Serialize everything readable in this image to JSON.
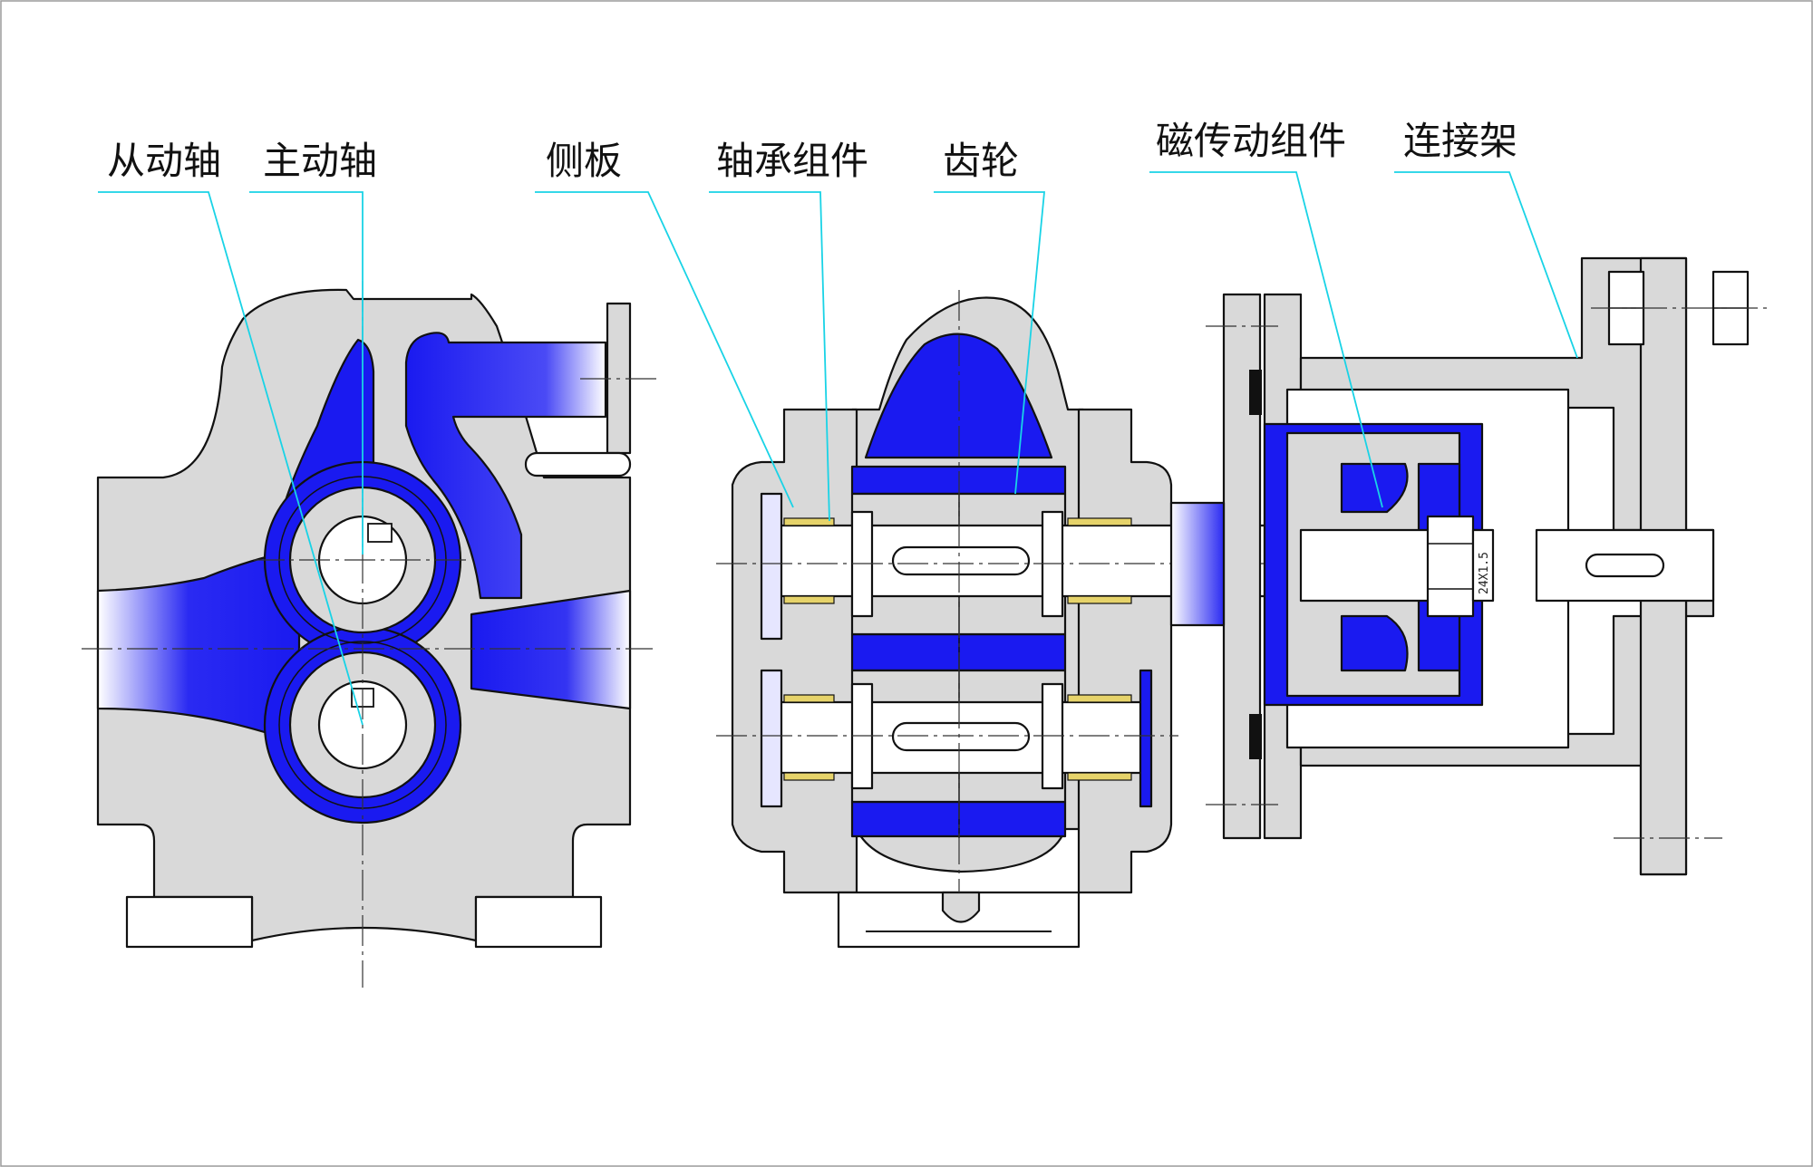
{
  "colors": {
    "fluid": "#1a1af0",
    "body": "#d9d9d9",
    "metal": "#efefef",
    "leader": "#19d3e6",
    "bearing": "#e6d36a",
    "outline": "#111111"
  },
  "labels": {
    "driven_shaft": "从动轴",
    "drive_shaft": "主动轴",
    "side_plate": "侧板",
    "bearing_assembly": "轴承组件",
    "gear": "齿轮",
    "magnetic_drive_assembly": "磁传动组件",
    "connecting_frame": "连接架"
  },
  "nut_thread": "24X1.5"
}
